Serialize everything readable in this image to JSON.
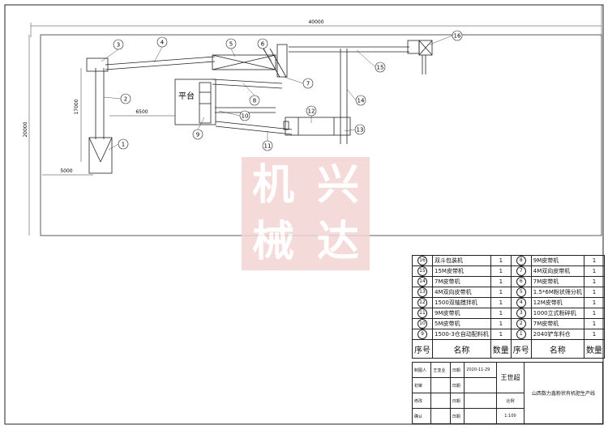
{
  "drawing": {
    "dimensions": {
      "total_length": "40000",
      "total_width": "20000",
      "left_vertical": "17000",
      "horizontal_mid": "6500",
      "bottom_left": "5000"
    },
    "platform_label": "平台",
    "callouts": [
      "1",
      "2",
      "3",
      "4",
      "5",
      "6",
      "7",
      "8",
      "9",
      "10",
      "11",
      "12",
      "13",
      "14",
      "15",
      "16"
    ]
  },
  "watermark": {
    "chars": [
      "机",
      "兴",
      "械",
      "达"
    ]
  },
  "bom": {
    "rows": [
      {
        "no_l": "16",
        "name_l": "双斗包装机",
        "qty_l": "1",
        "no_r": "8",
        "name_r": "9M皮带机",
        "qty_r": "1"
      },
      {
        "no_l": "15",
        "name_l": "15M皮带机",
        "qty_l": "1",
        "no_r": "7",
        "name_r": "4M双向皮带机",
        "qty_r": "1"
      },
      {
        "no_l": "14",
        "name_l": "7M皮带机",
        "qty_l": "1",
        "no_r": "6",
        "name_r": "7M皮带机",
        "qty_r": "1"
      },
      {
        "no_l": "13",
        "name_l": "4M双向皮带机",
        "qty_l": "1",
        "no_r": "5",
        "name_r": "1.5*6M粉状筛分机",
        "qty_r": "1"
      },
      {
        "no_l": "12",
        "name_l": "1500双轴搅拌机",
        "qty_l": "1",
        "no_r": "4",
        "name_r": "12M皮带机",
        "qty_r": "1"
      },
      {
        "no_l": "11",
        "name_l": "9M皮带机",
        "qty_l": "1",
        "no_r": "3",
        "name_r": "1000立式粉碎机",
        "qty_r": "1"
      },
      {
        "no_l": "10",
        "name_l": "5M皮带机",
        "qty_l": "1",
        "no_r": "2",
        "name_r": "7M皮带机",
        "qty_r": "1"
      },
      {
        "no_l": "9",
        "name_l": "1500-3仓自动配料机",
        "qty_l": "1",
        "no_r": "1",
        "name_r": "2040铲车料仓",
        "qty_r": "1"
      }
    ],
    "header": {
      "no": "序号",
      "name": "名称",
      "qty": "数量"
    }
  },
  "title_block": {
    "drawn_label": "制图人",
    "drawn_value": "王亚业",
    "date_label": "日期",
    "date_value": "2020-11-29",
    "check_label": "初审",
    "check_date_label": "日期",
    "revise_label": "修改",
    "revise_date_label": "日期",
    "confirm_label": "确认",
    "confirm_date_label": "日期",
    "designer": "王世超",
    "scale_label": "比例",
    "scale_value": "1:100",
    "project": "山西数力鑫粉状有机肥生产线"
  }
}
